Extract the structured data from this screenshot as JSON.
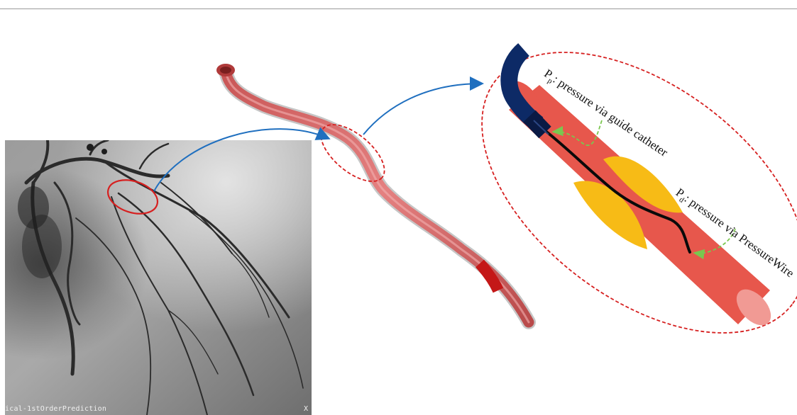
{
  "colors": {
    "artery": "#e7574c",
    "stenosis": "#f7bb16",
    "catheter": "#0d2a66",
    "wire": "#0a0a0a",
    "callout_circle": "#d62020",
    "arrow": "#1f6fbf",
    "pressure_arrow": "#7ac74f"
  },
  "angiogram": {
    "status_text": "ical-1stOrderPrediction",
    "close_text": "X"
  },
  "labels": {
    "pp_main": "P",
    "pp_sub": "p",
    "pp_text": ": pressure via guide catheter",
    "pd_main": "P",
    "pd_sub": "d",
    "pd_text": ": pressure via PressureWire"
  }
}
